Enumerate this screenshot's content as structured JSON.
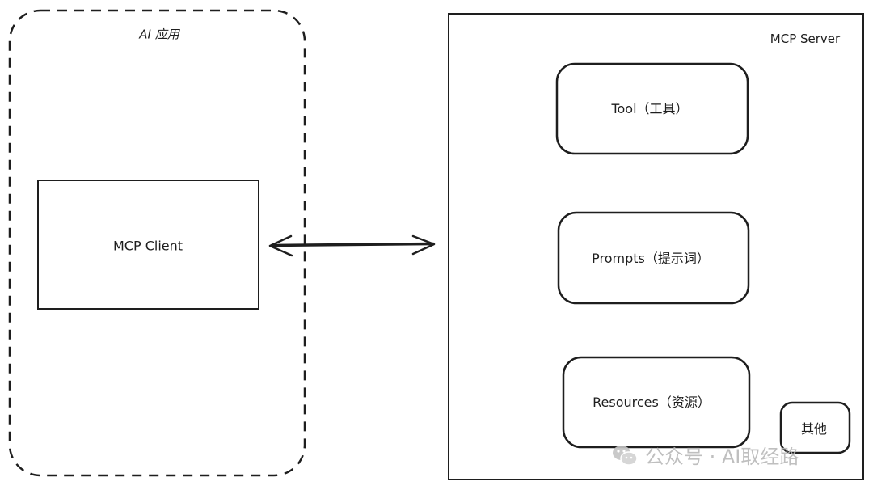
{
  "ai_app": {
    "title": "AI 应用"
  },
  "mcp_client": {
    "label": "MCP Client"
  },
  "mcp_server": {
    "title": "MCP Server",
    "items": [
      {
        "label": "Tool（工具）"
      },
      {
        "label": "Prompts（提示词）"
      },
      {
        "label": "Resources（资源）"
      },
      {
        "label": "其他"
      }
    ]
  },
  "watermark": {
    "text": "公众号 · AI取经路"
  },
  "colors": {
    "stroke": "#1e1e1e",
    "watermark": "#b9b9b9"
  }
}
